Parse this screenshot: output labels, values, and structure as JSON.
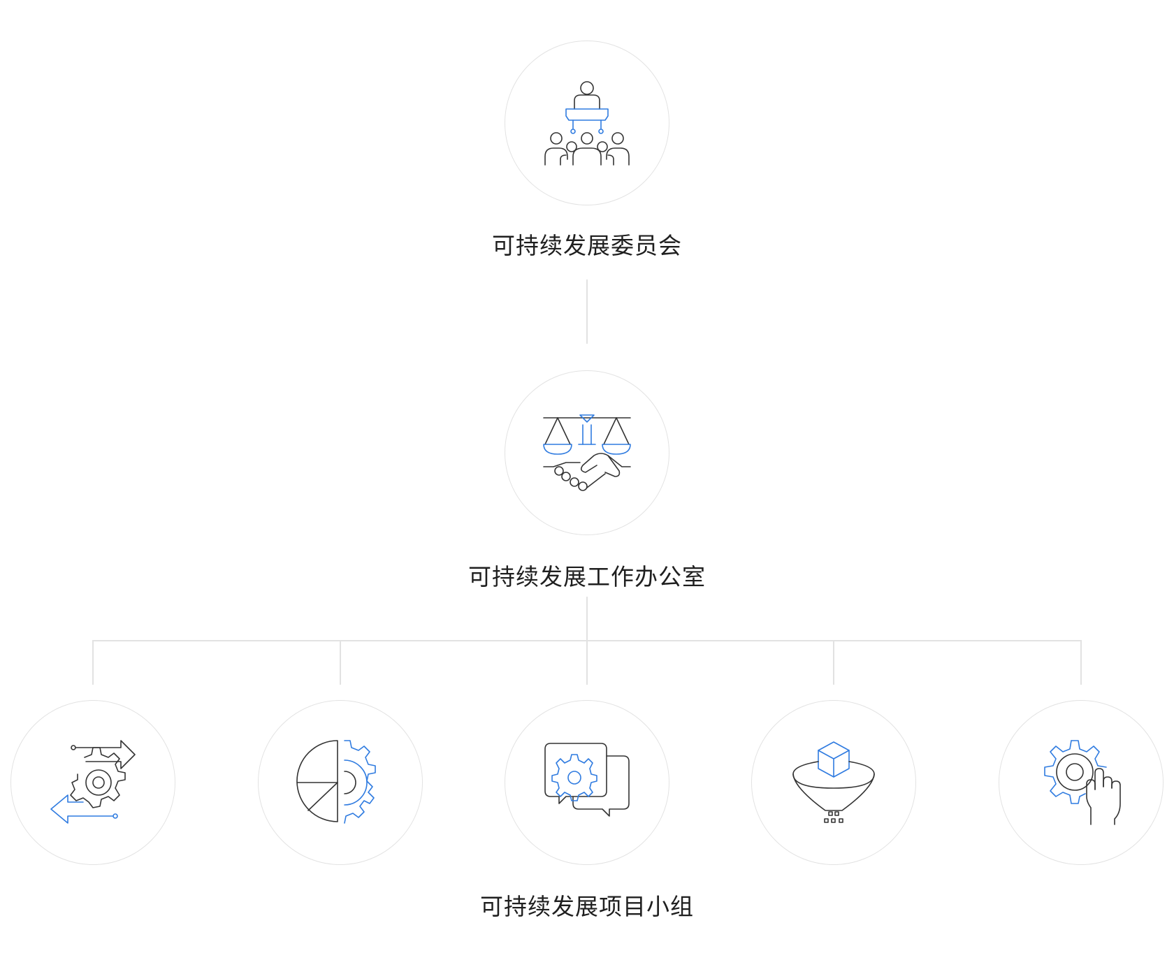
{
  "levels": {
    "committee": {
      "label": "可持续发展委员会",
      "icon": "podium-audience-icon"
    },
    "office": {
      "label": "可持续发展工作办公室",
      "icon": "scales-handshake-icon"
    },
    "project_groups": {
      "label": "可持续发展项目小组",
      "items": [
        {
          "icon": "gear-exchange-arrows-icon"
        },
        {
          "icon": "pie-chart-gear-icon"
        },
        {
          "icon": "chat-gear-icon"
        },
        {
          "icon": "funnel-cube-icon"
        },
        {
          "icon": "gear-hand-touch-icon"
        }
      ]
    }
  },
  "colors": {
    "accent": "#2f7be0",
    "stroke": "#333333",
    "line": "#e2e2e2",
    "text": "#1f1f1f"
  }
}
